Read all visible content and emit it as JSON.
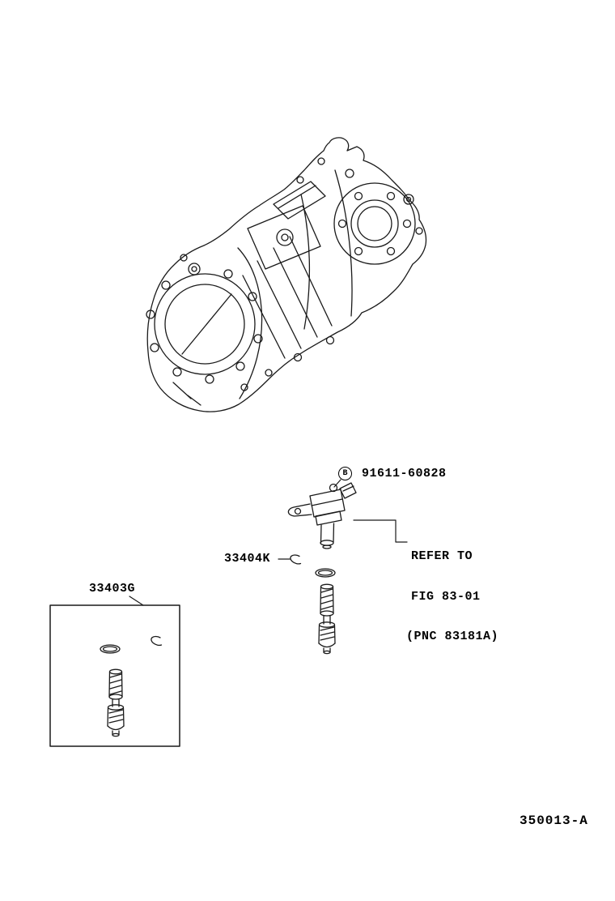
{
  "figure": {
    "code": "350013-A"
  },
  "parts": {
    "bolt": {
      "marker": "B",
      "number": "91611-60828"
    },
    "sensor_note": {
      "line1": "REFER TO",
      "line2": "FIG 83-01",
      "line3": "(PNC 83181A)"
    },
    "oring": {
      "number": "33404K"
    },
    "gear_kit": {
      "number": "33403G"
    }
  },
  "drawing_items": {
    "main_drawing": "transmission-case",
    "sensor": "speedometer-driven-gear-sensor",
    "kit_contents": [
      "o-ring",
      "snap-ring",
      "speedometer-driven-gear"
    ]
  },
  "colors": {
    "line": "#1a1a1a",
    "text": "#000000",
    "background": "#ffffff"
  }
}
